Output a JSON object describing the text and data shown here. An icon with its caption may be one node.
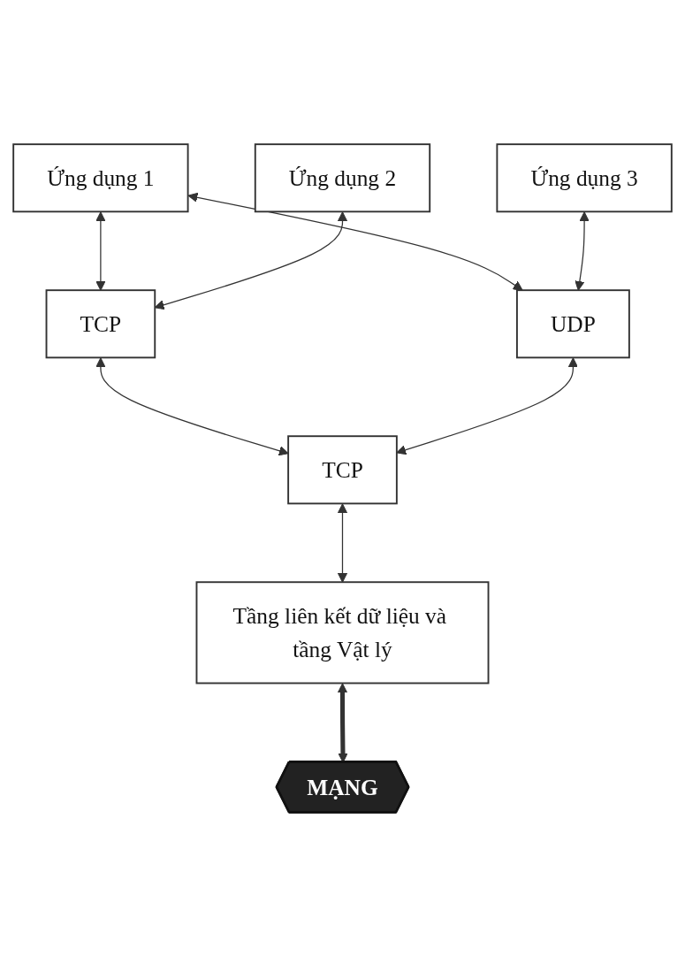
{
  "diagram": {
    "nodes": [
      {
        "text": [
          "Ứng dụng 1"
        ]
      },
      {
        "text": [
          "Ứng dụng 2"
        ]
      },
      {
        "text": [
          "Ứng dụng 3"
        ]
      },
      {
        "text": [
          "TCP"
        ]
      },
      {
        "text": [
          "UDP"
        ]
      },
      {
        "text": [
          "TCP"
        ]
      },
      {
        "text": [
          "Tầng liên kết dữ liệu và tầng Vật lý"
        ]
      },
      {
        "text": [
          "MẠNG"
        ]
      }
    ],
    "edges": [
      {
        "from": 0,
        "to": 3,
        "arrow": "both"
      },
      {
        "from": 0,
        "to": 4,
        "arrow": "both"
      },
      {
        "from": 1,
        "to": 3,
        "arrow": "both"
      },
      {
        "from": 2,
        "to": 4,
        "arrow": "both"
      },
      {
        "from": 3,
        "to": 5,
        "arrow": "both"
      },
      {
        "from": 4,
        "to": 5,
        "arrow": "both"
      },
      {
        "from": 5,
        "to": 6,
        "arrow": "both"
      },
      {
        "from": 6,
        "to": 7,
        "arrow": "both",
        "style": "thick"
      }
    ]
  }
}
